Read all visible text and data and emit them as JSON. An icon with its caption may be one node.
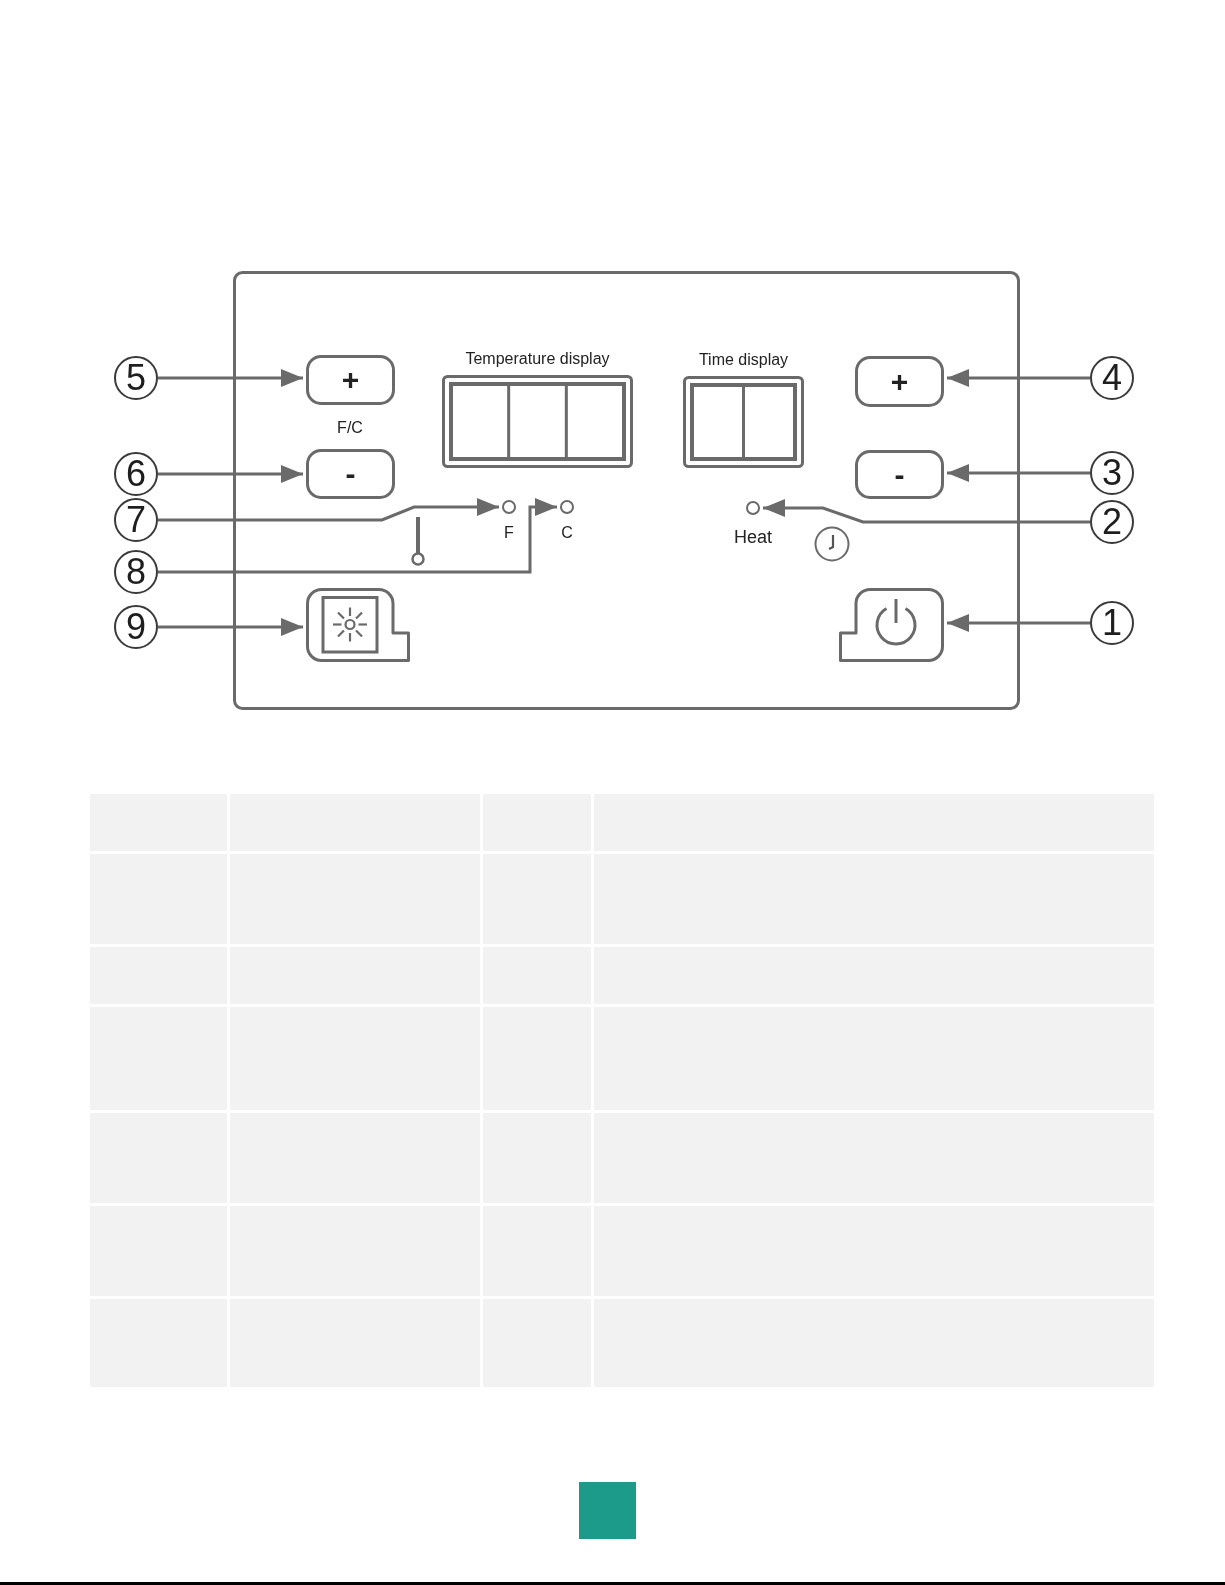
{
  "diagram": {
    "nodes": [
      {
        "text": [
          "5"
        ]
      },
      {
        "text": [
          "+"
        ]
      },
      {
        "text": [
          "Temperature display"
        ]
      },
      {
        "text": [
          "Time display"
        ]
      },
      {
        "text": [
          "+"
        ]
      },
      {
        "text": [
          "4"
        ]
      },
      {
        "text": [
          "6"
        ]
      },
      {
        "text": [
          "-"
        ]
      },
      {
        "text": [
          "-"
        ]
      },
      {
        "text": [
          "3"
        ]
      },
      {
        "text": [
          "7"
        ]
      },
      {
        "text": [],
        "shape": "circle",
        "beside": [
          "F"
        ]
      },
      {
        "text": [],
        "shape": "circle",
        "beside": [
          "C"
        ]
      },
      {
        "text": [],
        "shape": "circle",
        "beside": [
          "Heat"
        ]
      },
      {
        "text": [
          "2"
        ]
      },
      {
        "text": [
          "8"
        ]
      },
      {
        "text": [
          "9"
        ]
      },
      {
        "text": [],
        "shape": "box"
      },
      {
        "text": [],
        "shape": "box"
      },
      {
        "text": [
          "1"
        ]
      }
    ],
    "edges": [
      {
        "from": 0,
        "to": 1,
        "arrow": "to"
      },
      {
        "from": 5,
        "to": 4,
        "arrow": "to"
      },
      {
        "from": 6,
        "to": 7,
        "arrow": "to"
      },
      {
        "from": 9,
        "to": 8,
        "arrow": "to"
      },
      {
        "from": 10,
        "to": 11,
        "arrow": "to"
      },
      {
        "from": 14,
        "to": 13,
        "arrow": "to"
      },
      {
        "from": 15,
        "to": 12,
        "arrow": "to"
      },
      {
        "from": 16,
        "to": 17,
        "arrow": "to"
      },
      {
        "from": 19,
        "to": 18,
        "arrow": "to"
      }
    ],
    "labels": [
      "F/C"
    ]
  }
}
